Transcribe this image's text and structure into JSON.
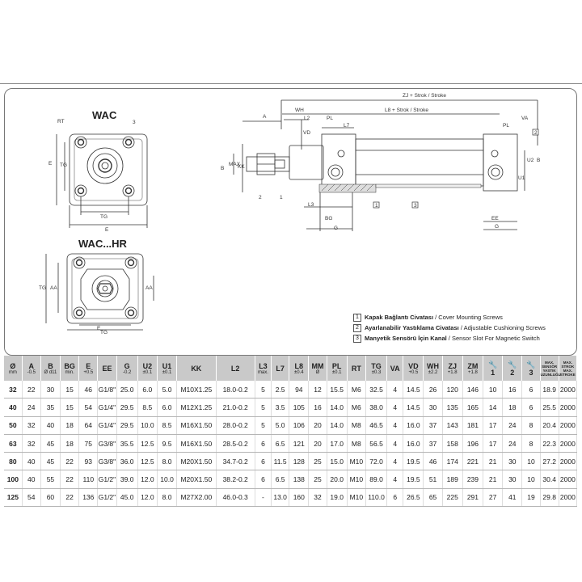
{
  "drawing": {
    "view_wac_label": "WAC",
    "view_wachr_label": "WAC...HR",
    "dims_left": [
      "RT",
      "E",
      "TG",
      "TG",
      "E",
      "TG",
      "AA",
      "E",
      "TG"
    ],
    "dims_side": [
      "ZJ + Strok / Stroke",
      "L8 + Strok / Stroke",
      "A",
      "WH",
      "L2",
      "PL",
      "L7",
      "VD",
      "B",
      "MAX",
      "KK",
      "L3",
      "BG",
      "G",
      "PL",
      "VA",
      "U2",
      "B",
      "U1",
      "EE",
      "G"
    ],
    "callouts": [
      "1",
      "2",
      "3"
    ]
  },
  "legend": [
    {
      "num": "1",
      "tr": "Kapak Bağlantı Civatası",
      "en": " / Cover Mounting Screws"
    },
    {
      "num": "2",
      "tr": "Ayarlanabilir Yastıklama Civatası",
      "en": " / Adjustable Cushioning Screws"
    },
    {
      "num": "3",
      "tr": "Manyetik Sensörü İçin Kanal",
      "en": " / Sensor Slot For Magnetic Switch"
    }
  ],
  "table": {
    "headers": [
      {
        "name": "Ø",
        "sub": "mm"
      },
      {
        "name": "A",
        "sub": "-0.5"
      },
      {
        "name": "B",
        "sub": "Ø d11"
      },
      {
        "name": "BG",
        "sub": "min."
      },
      {
        "name": "E",
        "sub": "+0.5"
      },
      {
        "name": "EE",
        "sub": ""
      },
      {
        "name": "G",
        "sub": "-0.2"
      },
      {
        "name": "U2",
        "sub": "±0.1"
      },
      {
        "name": "U1",
        "sub": "±0.1"
      },
      {
        "name": "KK",
        "sub": ""
      },
      {
        "name": "L2",
        "sub": ""
      },
      {
        "name": "L3",
        "sub": "max."
      },
      {
        "name": "L7",
        "sub": ""
      },
      {
        "name": "L8",
        "sub": "±0.4"
      },
      {
        "name": "MM",
        "sub": "Ø"
      },
      {
        "name": "PL",
        "sub": "±0.1"
      },
      {
        "name": "RT",
        "sub": ""
      },
      {
        "name": "TG",
        "sub": "±0.3"
      },
      {
        "name": "VA",
        "sub": ""
      },
      {
        "name": "VD",
        "sub": "+0.5"
      },
      {
        "name": "WH",
        "sub": "±2.2"
      },
      {
        "name": "ZJ",
        "sub": "+1.8"
      },
      {
        "name": "ZM",
        "sub": "+1.8"
      },
      {
        "name": "1",
        "sub": ""
      },
      {
        "name": "2",
        "sub": ""
      },
      {
        "name": "3",
        "sub": ""
      },
      {
        "name": "MAX. SENSÖR YASTIK UZUNLUĞU",
        "sub": ""
      },
      {
        "name": "MAX. STROK MAX. STROKE",
        "sub": ""
      }
    ],
    "rows": [
      [
        "32",
        "22",
        "30",
        "15",
        "46",
        "G1/8\"",
        "25.0",
        "6.0",
        "5.0",
        "M10X1.25",
        "18.0-0.2",
        "5",
        "2.5",
        "94",
        "12",
        "15.5",
        "M6",
        "32.5",
        "4",
        "14.5",
        "26",
        "120",
        "146",
        "10",
        "16",
        "6",
        "18.9",
        "2000"
      ],
      [
        "40",
        "24",
        "35",
        "15",
        "54",
        "G1/4\"",
        "29.5",
        "8.5",
        "6.0",
        "M12X1.25",
        "21.0-0.2",
        "5",
        "3.5",
        "105",
        "16",
        "14.0",
        "M6",
        "38.0",
        "4",
        "14.5",
        "30",
        "135",
        "165",
        "14",
        "18",
        "6",
        "25.5",
        "2000"
      ],
      [
        "50",
        "32",
        "40",
        "18",
        "64",
        "G1/4\"",
        "29.5",
        "10.0",
        "8.5",
        "M16X1.50",
        "28.0-0.2",
        "5",
        "5.0",
        "106",
        "20",
        "14.0",
        "M8",
        "46.5",
        "4",
        "16.0",
        "37",
        "143",
        "181",
        "17",
        "24",
        "8",
        "20.4",
        "2000"
      ],
      [
        "63",
        "32",
        "45",
        "18",
        "75",
        "G3/8\"",
        "35.5",
        "12.5",
        "9.5",
        "M16X1.50",
        "28.5-0.2",
        "6",
        "6.5",
        "121",
        "20",
        "17.0",
        "M8",
        "56.5",
        "4",
        "16.0",
        "37",
        "158",
        "196",
        "17",
        "24",
        "8",
        "22.3",
        "2000"
      ],
      [
        "80",
        "40",
        "45",
        "22",
        "93",
        "G3/8\"",
        "36.0",
        "12.5",
        "8.0",
        "M20X1.50",
        "34.7-0.2",
        "6",
        "11.5",
        "128",
        "25",
        "15.0",
        "M10",
        "72.0",
        "4",
        "19.5",
        "46",
        "174",
        "221",
        "21",
        "30",
        "10",
        "27.2",
        "2000"
      ],
      [
        "100",
        "40",
        "55",
        "22",
        "110",
        "G1/2\"",
        "39.0",
        "12.0",
        "10.0",
        "M20X1.50",
        "38.2-0.2",
        "6",
        "6.5",
        "138",
        "25",
        "20.0",
        "M10",
        "89.0",
        "4",
        "19.5",
        "51",
        "189",
        "239",
        "21",
        "30",
        "10",
        "30.4",
        "2000"
      ],
      [
        "125",
        "54",
        "60",
        "22",
        "136",
        "G1/2\"",
        "45.0",
        "12.0",
        "8.0",
        "M27X2.00",
        "46.0-0.3",
        "-",
        "13.0",
        "160",
        "32",
        "19.0",
        "M10",
        "110.0",
        "6",
        "26.5",
        "65",
        "225",
        "291",
        "27",
        "41",
        "19",
        "29.8",
        "2000"
      ]
    ]
  }
}
